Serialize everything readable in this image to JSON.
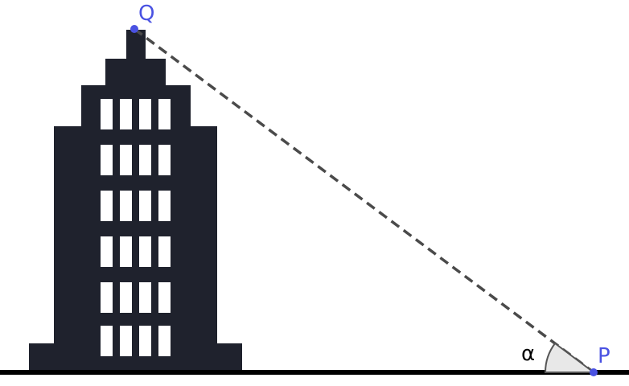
{
  "labels": {
    "point_top": "Q",
    "point_observer": "P",
    "angle": "α"
  },
  "colors": {
    "building": "#1f222d",
    "window": "#ffffff",
    "ground": "#000000",
    "sight_line": "#4a4a4a",
    "point": "#4a52e2",
    "point_label": "#4a52e2",
    "angle_fill": "#e8e8e8",
    "angle_stroke": "#555555",
    "angle_label": "#000000"
  },
  "icons": {
    "building": "skyscraper-icon"
  },
  "building": {
    "window_rows": 6,
    "window_columns": 4
  }
}
